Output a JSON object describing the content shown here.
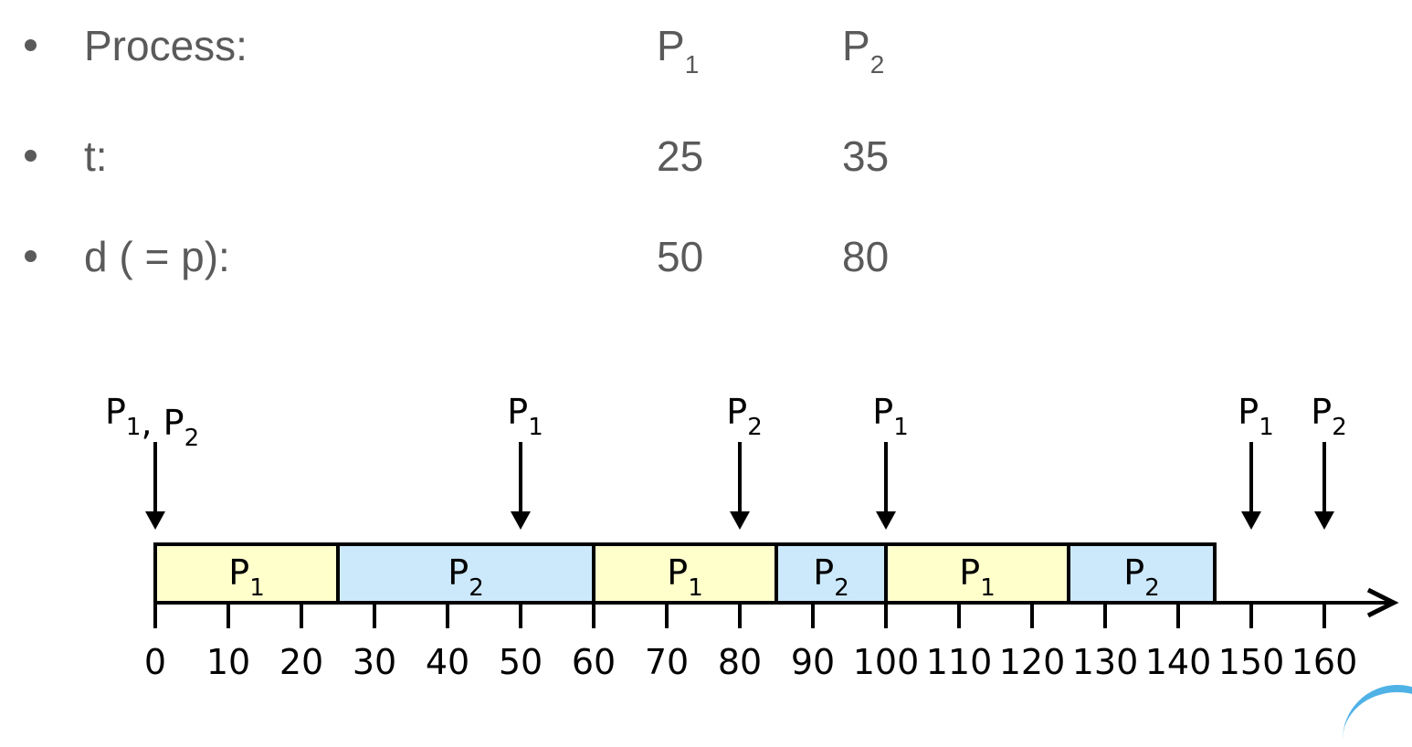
{
  "rows": [
    {
      "label": "Process:",
      "values": [
        {
          "main": "P",
          "sub": "1"
        },
        {
          "main": "P",
          "sub": "2"
        }
      ]
    },
    {
      "label": "t:",
      "values": [
        {
          "main": "25",
          "sub": ""
        },
        {
          "main": "35",
          "sub": ""
        }
      ]
    },
    {
      "label": "d ( = p):",
      "values": [
        {
          "main": "50",
          "sub": ""
        },
        {
          "main": "80",
          "sub": ""
        }
      ]
    }
  ],
  "timeline": {
    "start": 0,
    "end": 160,
    "tick_step": 10,
    "tick_labels": [
      "0",
      "10",
      "20",
      "30",
      "40",
      "50",
      "60",
      "70",
      "80",
      "90",
      "100",
      "110",
      "120",
      "130",
      "140",
      "150",
      "160"
    ],
    "segments": [
      {
        "process": "P",
        "sub": "1",
        "start": 0,
        "end": 25,
        "color": "#ffffcc"
      },
      {
        "process": "P",
        "sub": "2",
        "start": 25,
        "end": 60,
        "color": "#cce9fb"
      },
      {
        "process": "P",
        "sub": "1",
        "start": 60,
        "end": 85,
        "color": "#ffffcc"
      },
      {
        "process": "P",
        "sub": "2",
        "start": 85,
        "end": 100,
        "color": "#cce9fb"
      },
      {
        "process": "P",
        "sub": "1",
        "start": 100,
        "end": 125,
        "color": "#ffffcc"
      },
      {
        "process": "P",
        "sub": "2",
        "start": 125,
        "end": 145,
        "color": "#cce9fb"
      }
    ],
    "arrivals": [
      {
        "time": 0,
        "labels": [
          {
            "main": "P",
            "sub": "1"
          },
          {
            "main": "P",
            "sub": "2"
          }
        ]
      },
      {
        "time": 50,
        "labels": [
          {
            "main": "P",
            "sub": "1"
          }
        ]
      },
      {
        "time": 80,
        "labels": [
          {
            "main": "P",
            "sub": "2"
          }
        ]
      },
      {
        "time": 100,
        "labels": [
          {
            "main": "P",
            "sub": "1"
          }
        ]
      },
      {
        "time": 150,
        "labels": [
          {
            "main": "P",
            "sub": "1"
          }
        ]
      },
      {
        "time": 160,
        "labels": [
          {
            "main": "P",
            "sub": "2"
          }
        ]
      }
    ]
  },
  "colors": {
    "p1": "#ffffcc",
    "p2": "#cce9fb",
    "text": "#5a5a5a",
    "accent": "#4fb2e6"
  }
}
